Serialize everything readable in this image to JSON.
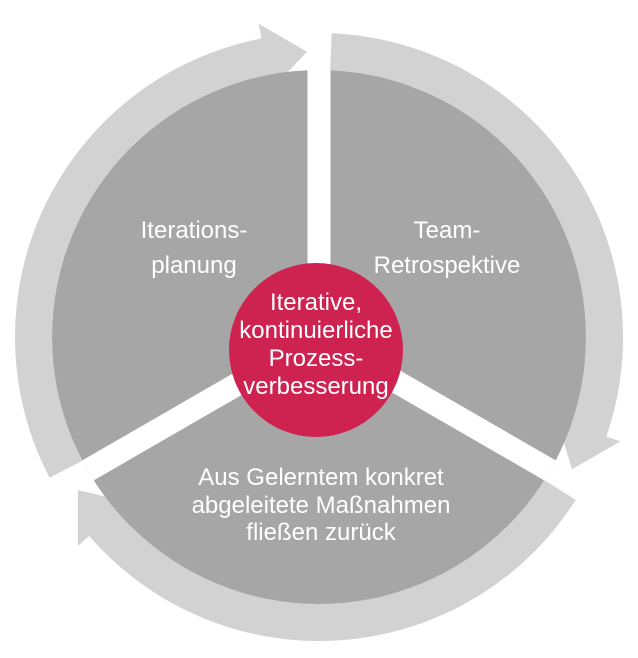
{
  "colors": {
    "background": "#ffffff",
    "ring": "#d2d2d2",
    "sector": "#a6a6a6",
    "hub": "#ce2250",
    "label_text": "#ffffff"
  },
  "hub": {
    "lines": [
      "Iterative,",
      "kontinuierliche",
      "Prozess-",
      "verbesserung"
    ]
  },
  "segments": [
    {
      "id": "iterationsplanung",
      "lines": [
        "Iterations-",
        "planung"
      ]
    },
    {
      "id": "team-retrospektive",
      "lines": [
        "Team-",
        "Retrospektive"
      ]
    },
    {
      "id": "massnahmen-ruecklauf",
      "lines": [
        "Aus Gelerntem konkret",
        "abgeleitete Maßnahmen",
        "fließen zurück"
      ]
    }
  ]
}
